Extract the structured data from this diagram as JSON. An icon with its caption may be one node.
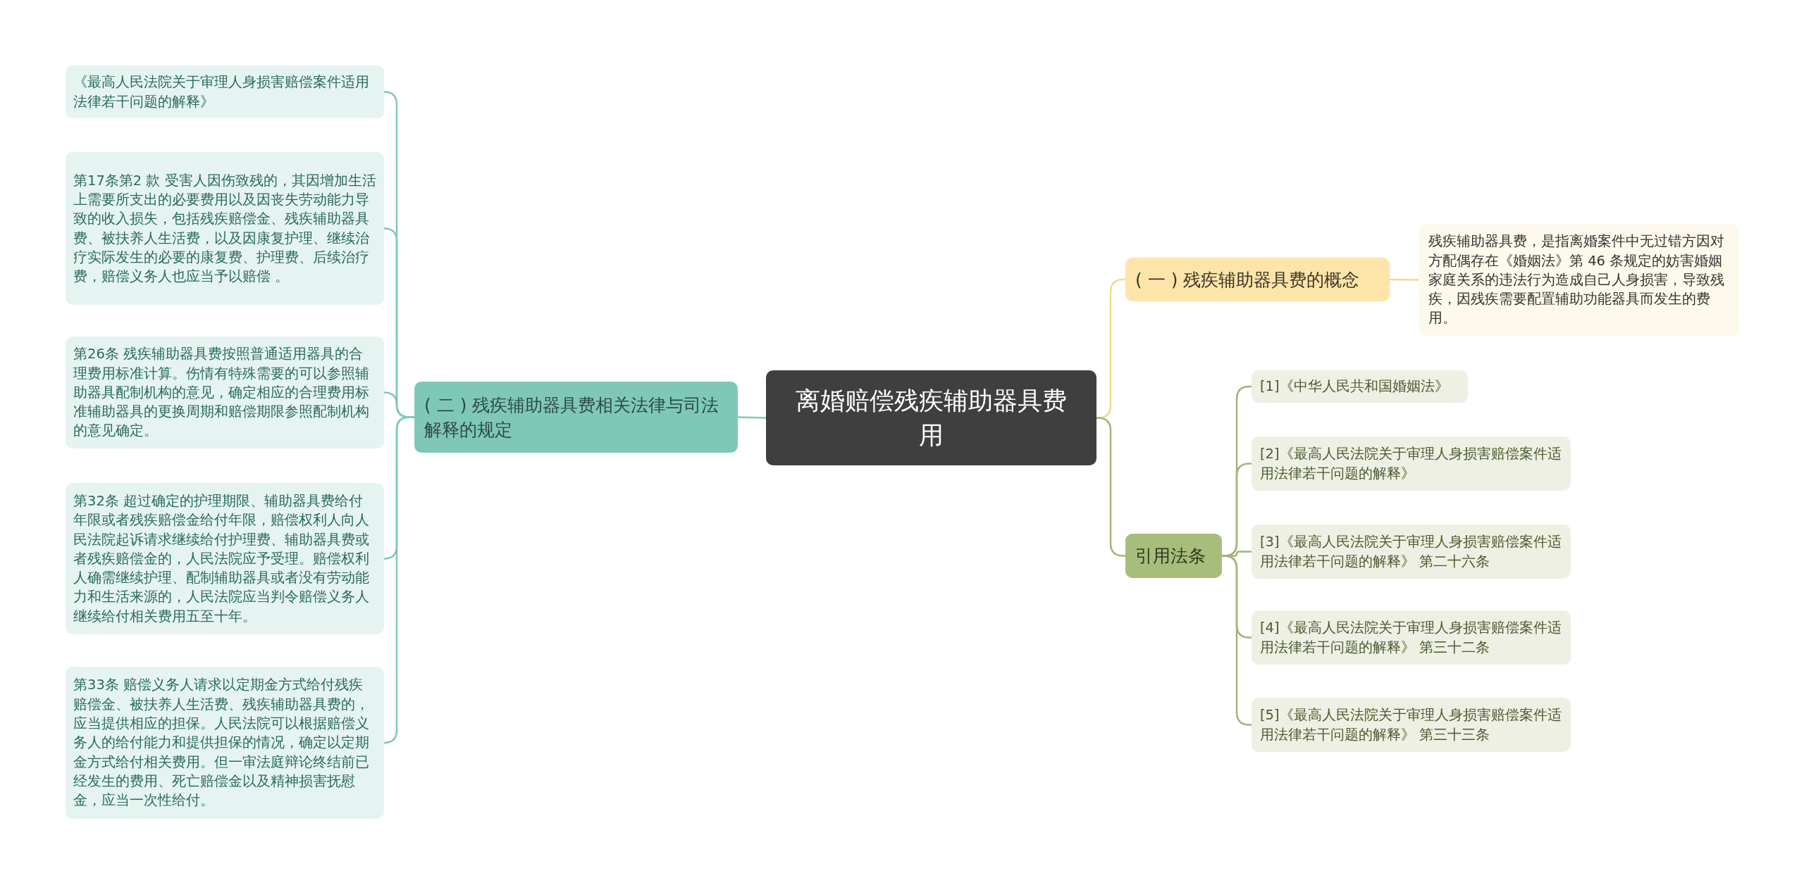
{
  "diagram": {
    "nodes": [
      {
        "text": [
          "离婚赔偿残疾辅助器具费用"
        ]
      },
      {
        "text": [
          "( 二 ) 残疾辅助器具费相关法律与司法解释的规定"
        ]
      },
      {
        "text": [
          "《最高人民法院关于审理人身损害赔偿案件适用法律若干问题的解释》"
        ]
      },
      {
        "text": [
          "第17条第2 款 受害人因伤致残的，其因增加生活上需要所支出的必要费用以及因丧失劳动能力导致的收入损失，包括残疾赔偿金、残疾辅助器具费、被扶养人生活费，以及因康复护理、继续治疗实际发生的必要的康复费、护理费、后续治疗费，赔偿义务人也应当予以赔偿 。"
        ]
      },
      {
        "text": [
          "第26条 残疾辅助器具费按照普通适用器具的合理费用标准计算。伤情有特殊需要的可以参照辅助器具配制机构的意见，确定相应的合理费用标准辅助器具的更换周期和赔偿期限参照配制机构的意见确定。"
        ]
      },
      {
        "text": [
          "第32条 超过确定的护理期限、辅助器具费给付年限或者残疾赔偿金给付年限，赔偿权利人向人民法院起诉请求继续给付护理费、辅助器具费或者残疾赔偿金的，人民法院应予受理。赔偿权利人确需继续护理、配制辅助器具或者没有劳动能力和生活来源的，人民法院应当判令赔偿义务人继续给付相关费用五至十年。"
        ]
      },
      {
        "text": [
          "第33条 赔偿义务人请求以定期金方式给付残疾赔偿金、被扶养人生活费、残疾辅助器具费的，应当提供相应的担保。人民法院可以根据赔偿义务人的给付能力和提供担保的情况，确定以定期金方式给付相关费用。但一审法庭辩论终结前已经发生的费用、死亡赔偿金以及精神损害抚慰金，应当一次性给付。"
        ]
      },
      {
        "text": [
          "( 一 ) 残疾辅助器具费的概念"
        ]
      },
      {
        "text": [
          "残疾辅助器具费，是指离婚案件中无过错方因对方配偶存在《婚姻法》第 46 条规定的妨害婚姻家庭关系的违法行为造成自己人身损害，导致残疾，因残疾需要配置辅助功能器具而发生的费用。"
        ]
      },
      {
        "text": [
          "引用法条"
        ]
      },
      {
        "text": [
          "[1]《中华人民共和国婚姻法》"
        ]
      },
      {
        "text": [
          "[2]《最高人民法院关于审理人身损害赔偿案件适用法律若干问题的解释》"
        ]
      },
      {
        "text": [
          "[3]《最高人民法院关于审理人身损害赔偿案件适用法律若干问题的解释》 第二十六条"
        ]
      },
      {
        "text": [
          "[4]《最高人民法院关于审理人身损害赔偿案件适用法律若干问题的解释》 第三十二条"
        ]
      },
      {
        "text": [
          "[5]《最高人民法院关于审理人身损害赔偿案件适用法律若干问题的解释》 第三十三条"
        ]
      }
    ],
    "edges": [
      {
        "from": 0,
        "to": 1,
        "arrow": "none"
      },
      {
        "from": 1,
        "to": 2,
        "arrow": "none"
      },
      {
        "from": 1,
        "to": 3,
        "arrow": "none"
      },
      {
        "from": 1,
        "to": 4,
        "arrow": "none"
      },
      {
        "from": 1,
        "to": 5,
        "arrow": "none"
      },
      {
        "from": 1,
        "to": 6,
        "arrow": "none"
      },
      {
        "from": 0,
        "to": 7,
        "arrow": "none",
        "color": "#f3d98c"
      },
      {
        "from": 7,
        "to": 8,
        "arrow": "none",
        "color": "#f3d98c"
      },
      {
        "from": 0,
        "to": 9,
        "arrow": "none",
        "color": "#a3b47a"
      },
      {
        "from": 9,
        "to": 10,
        "arrow": "none",
        "color": "#a3b47a"
      },
      {
        "from": 9,
        "to": 11,
        "arrow": "none",
        "color": "#a3b47a"
      },
      {
        "from": 9,
        "to": 12,
        "arrow": "none",
        "color": "#a3b47a"
      },
      {
        "from": 9,
        "to": 13,
        "arrow": "none",
        "color": "#a3b47a"
      },
      {
        "from": 9,
        "to": 14,
        "arrow": "none",
        "color": "#a3b47a"
      }
    ]
  }
}
